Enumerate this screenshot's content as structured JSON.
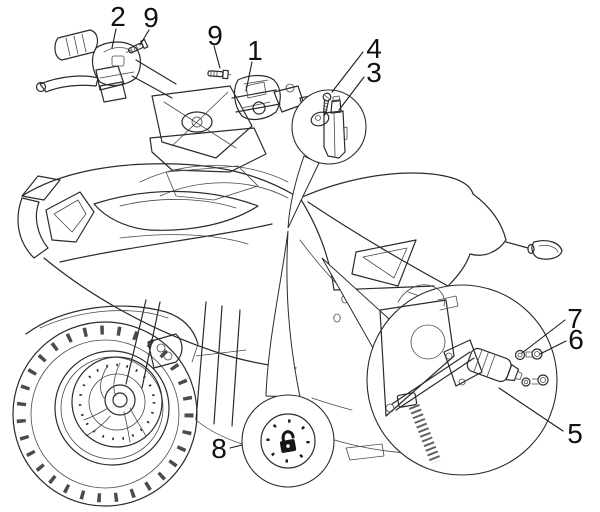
{
  "canvas": {
    "background": "#ffffff",
    "line_color": "#2b2b2b",
    "accent_color": "#161616"
  },
  "diagram": {
    "kind": "exploded-parts-line-drawing",
    "subject": "motorcycle switches and lock assemblies"
  },
  "callouts": {
    "n1": {
      "label": "1"
    },
    "n2": {
      "label": "2"
    },
    "n3": {
      "label": "3"
    },
    "n4": {
      "label": "4"
    },
    "n5": {
      "label": "5"
    },
    "n6": {
      "label": "6"
    },
    "n7": {
      "label": "7"
    },
    "n8": {
      "label": "8"
    },
    "n9a": {
      "label": "9"
    },
    "n9b": {
      "label": "9"
    }
  },
  "symbols": {
    "immobilizer_badge": "open-padlock"
  }
}
